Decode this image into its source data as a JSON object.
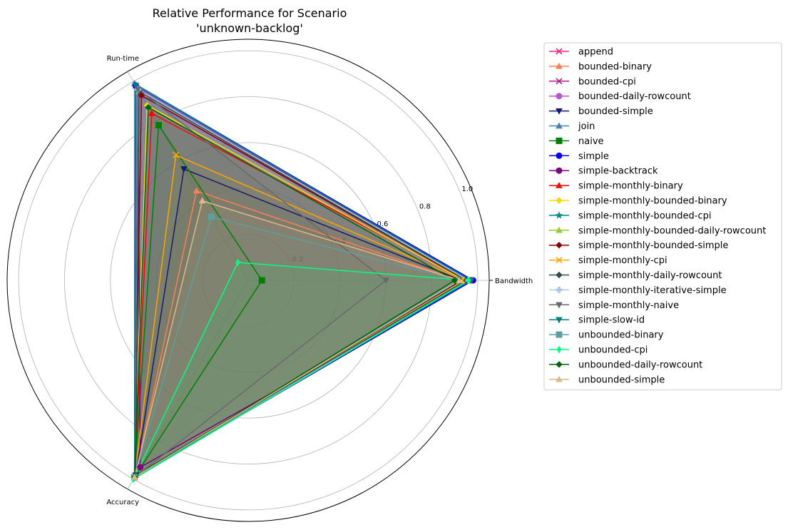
{
  "chart_data": {
    "type": "radar",
    "title": [
      "Relative Performance for Scenario",
      "'unknown-backlog'"
    ],
    "axes": [
      "Bandwidth",
      "Run-time",
      "Accuracy"
    ],
    "rticks": [
      0.2,
      0.4,
      0.6,
      0.8,
      1.0
    ],
    "rtick_labels": [
      "0.2",
      "0.4",
      "0.6",
      "0.8",
      "1.0"
    ],
    "rlim": [
      0,
      1.05
    ],
    "grid": true,
    "legend_position": "right",
    "series": [
      {
        "name": "append",
        "color": "#e7298a",
        "marker": "x",
        "values": [
          0.97,
          0.98,
          0.99
        ]
      },
      {
        "name": "bounded-binary",
        "color": "#ff7f50",
        "marker": "^",
        "values": [
          0.92,
          0.45,
          0.98
        ]
      },
      {
        "name": "bounded-cpi",
        "color": "#b0238c",
        "marker": "x",
        "values": [
          0.96,
          0.93,
          0.99
        ]
      },
      {
        "name": "bounded-daily-rowcount",
        "color": "#ba55d3",
        "marker": "o",
        "values": [
          0.97,
          0.97,
          0.99
        ]
      },
      {
        "name": "bounded-simple",
        "color": "#191970",
        "marker": "v",
        "values": [
          0.93,
          0.56,
          0.98
        ]
      },
      {
        "name": "join",
        "color": "#4682b4",
        "marker": "^",
        "values": [
          0.97,
          0.99,
          0.99
        ]
      },
      {
        "name": "naive",
        "color": "#008000",
        "marker": "s",
        "values": [
          0.06,
          0.78,
          0.99
        ]
      },
      {
        "name": "simple",
        "color": "#0000ff",
        "marker": "o",
        "values": [
          0.98,
          0.98,
          0.99
        ]
      },
      {
        "name": "simple-backtrack",
        "color": "#800080",
        "marker": "o",
        "values": [
          0.97,
          0.96,
          0.94
        ]
      },
      {
        "name": "simple-monthly-binary",
        "color": "#ff0000",
        "marker": "^",
        "values": [
          0.95,
          0.84,
          0.99
        ]
      },
      {
        "name": "simple-monthly-bounded-binary",
        "color": "#ffd700",
        "marker": "D",
        "values": [
          0.94,
          0.88,
          0.99
        ]
      },
      {
        "name": "simple-monthly-bounded-cpi",
        "color": "#008b8b",
        "marker": "*",
        "values": [
          0.96,
          0.96,
          0.99
        ]
      },
      {
        "name": "simple-monthly-bounded-daily-rowcount",
        "color": "#9acd32",
        "marker": "^",
        "values": [
          0.96,
          0.95,
          0.99
        ]
      },
      {
        "name": "simple-monthly-bounded-simple",
        "color": "#8b0000",
        "marker": "D",
        "values": [
          0.95,
          0.93,
          0.99
        ]
      },
      {
        "name": "simple-monthly-cpi",
        "color": "#ffa500",
        "marker": "x",
        "values": [
          0.94,
          0.63,
          0.99
        ]
      },
      {
        "name": "simple-monthly-daily-rowcount",
        "color": "#2f4f4f",
        "marker": "D",
        "values": [
          0.95,
          0.95,
          0.98
        ]
      },
      {
        "name": "simple-monthly-iterative-simple",
        "color": "#aec7e8",
        "marker": "P",
        "values": [
          0.96,
          0.96,
          0.99
        ]
      },
      {
        "name": "simple-monthly-naive",
        "color": "#696969",
        "marker": "v",
        "values": [
          0.6,
          0.96,
          0.99
        ]
      },
      {
        "name": "simple-slow-id",
        "color": "#008080",
        "marker": "v",
        "values": [
          0.97,
          0.98,
          0.99
        ]
      },
      {
        "name": "unbounded-binary",
        "color": "#5f9ea0",
        "marker": "s",
        "values": [
          0.91,
          0.32,
          0.99
        ]
      },
      {
        "name": "unbounded-cpi",
        "color": "#00ff7f",
        "marker": "d",
        "values": [
          0.96,
          0.09,
          1.0
        ]
      },
      {
        "name": "unbounded-daily-rowcount",
        "color": "#006400",
        "marker": "D",
        "values": [
          0.9,
          0.87,
          0.99
        ]
      },
      {
        "name": "unbounded-simple",
        "color": "#deb887",
        "marker": "^",
        "values": [
          0.92,
          0.4,
          0.99
        ]
      }
    ]
  }
}
